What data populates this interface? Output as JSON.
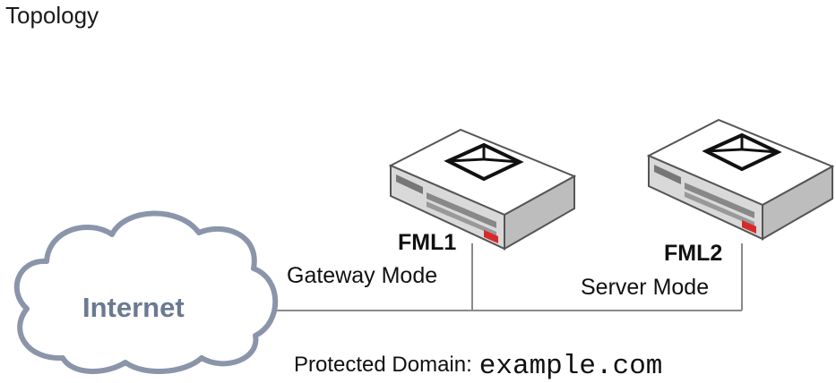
{
  "title": "Topology",
  "internet": {
    "label": "Internet",
    "colors": {
      "outline": "#8b95aa",
      "text": "#6b7a90"
    }
  },
  "devices": [
    {
      "name": "FML1",
      "mode": "Gateway Mode"
    },
    {
      "name": "FML2",
      "mode": "Server Mode"
    }
  ],
  "footer": {
    "label": "Protected Domain:",
    "domain": "example.com"
  },
  "colors": {
    "line": "#8a8a8a",
    "device_top": "#ffffff",
    "device_side": "#d4d4d4",
    "device_outline": "#555555",
    "logo": "#d62a2a"
  },
  "icons": [
    "cloud-icon",
    "appliance-icon",
    "envelope-icon"
  ]
}
